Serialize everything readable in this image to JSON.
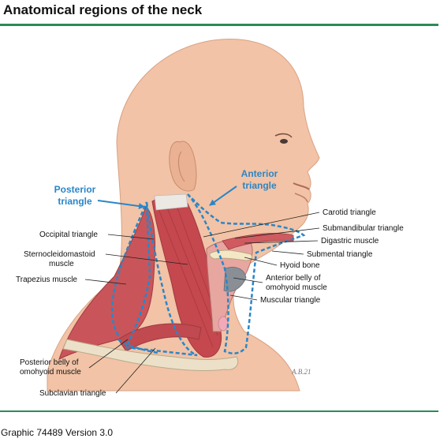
{
  "title": "Anatomical regions of the neck",
  "footer": "Graphic 74489 Version 3.0",
  "artist_signature": "A.B.21",
  "colors": {
    "accent_rule": "#2e8a57",
    "region_label": "#2a86c8",
    "region_outline": "#2a86c8",
    "muscle": "#c9555a",
    "skin": "#f2c3a6"
  },
  "regions": {
    "posterior": {
      "line1": "Posterior",
      "line2": "triangle"
    },
    "anterior": {
      "line1": "Anterior",
      "line2": "triangle"
    }
  },
  "labels": {
    "occipital_triangle": "Occipital triangle",
    "scm_line1": "Sternocleidomastoid",
    "scm_line2": "muscle",
    "trapezius": "Trapezius muscle",
    "post_omohyoid_line1": "Posterior belly of",
    "post_omohyoid_line2": "omohyoid muscle",
    "subclavian_triangle": "Subclavian triangle",
    "carotid_triangle": "Carotid triangle",
    "submandibular_triangle": "Submandibular triangle",
    "digastric": "Digastric muscle",
    "submental_triangle": "Submental triangle",
    "hyoid": "Hyoid bone",
    "ant_omohyoid_line1": "Anterior belly of",
    "ant_omohyoid_line2": "omohyoid muscle",
    "muscular_triangle": "Muscular triangle"
  }
}
